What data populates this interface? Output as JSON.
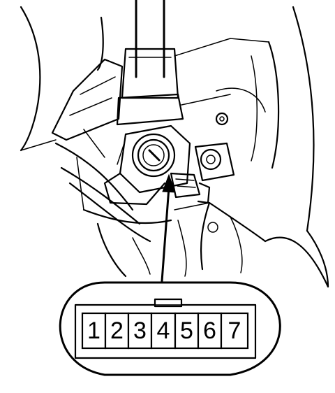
{
  "connector": {
    "pins": [
      "1",
      "2",
      "3",
      "4",
      "5",
      "6",
      "7"
    ]
  }
}
